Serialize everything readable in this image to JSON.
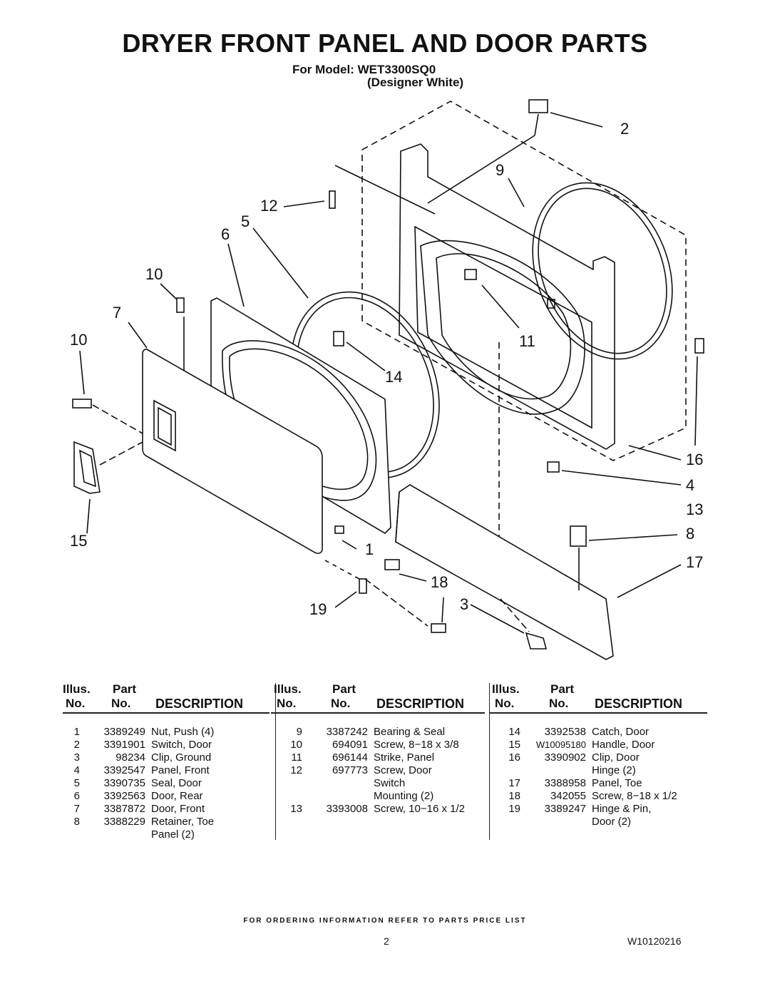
{
  "title": "DRYER FRONT PANEL AND DOOR PARTS",
  "model_line": "For Model: WET3300SQ0",
  "color_line": "(Designer White)",
  "callouts": [
    "2",
    "9",
    "12",
    "5",
    "6",
    "10",
    "7",
    "10",
    "11",
    "14",
    "16",
    "4",
    "13",
    "8",
    "15",
    "1",
    "17",
    "18",
    "19",
    "3"
  ],
  "headers": {
    "illus": "Illus.",
    "no": "No.",
    "part": "Part",
    "description": "DESCRIPTION"
  },
  "parts_col1": [
    {
      "illus": "1",
      "part": "3389249",
      "desc": "Nut, Push (4)"
    },
    {
      "illus": "2",
      "part": "3391901",
      "desc": "Switch, Door"
    },
    {
      "illus": "3",
      "part": "98234",
      "desc": "Clip, Ground"
    },
    {
      "illus": "4",
      "part": "3392547",
      "desc": "Panel, Front"
    },
    {
      "illus": "5",
      "part": "3390735",
      "desc": "Seal, Door"
    },
    {
      "illus": "6",
      "part": "3392563",
      "desc": "Door, Rear"
    },
    {
      "illus": "7",
      "part": "3387872",
      "desc": "Door, Front"
    },
    {
      "illus": "8",
      "part": "3388229",
      "desc": "Retainer, Toe"
    },
    {
      "illus": "",
      "part": "",
      "desc": "Panel (2)"
    }
  ],
  "parts_col2": [
    {
      "illus": "9",
      "part": "3387242",
      "desc": "Bearing & Seal"
    },
    {
      "illus": "10",
      "part": "694091",
      "desc": "Screw, 8−18 x 3/8"
    },
    {
      "illus": "11",
      "part": "696144",
      "desc": "Strike, Panel"
    },
    {
      "illus": "12",
      "part": "697773",
      "desc": "Screw, Door"
    },
    {
      "illus": "",
      "part": "",
      "desc": "Switch"
    },
    {
      "illus": "",
      "part": "",
      "desc": "Mounting (2)"
    },
    {
      "illus": "13",
      "part": "3393008",
      "desc": "Screw, 10−16 x 1/2"
    }
  ],
  "parts_col3": [
    {
      "illus": "14",
      "part": "3392538",
      "desc": "Catch, Door"
    },
    {
      "illus": "15",
      "part": "W10095180",
      "desc": "Handle, Door"
    },
    {
      "illus": "16",
      "part": "3390902",
      "desc": "Clip, Door"
    },
    {
      "illus": "",
      "part": "",
      "desc": "Hinge (2)"
    },
    {
      "illus": "17",
      "part": "3388958",
      "desc": "Panel, Toe"
    },
    {
      "illus": "18",
      "part": "342055",
      "desc": "Screw, 8−18 x 1/2"
    },
    {
      "illus": "19",
      "part": "3389247",
      "desc": "Hinge & Pin,"
    },
    {
      "illus": "",
      "part": "",
      "desc": "Door (2)"
    }
  ],
  "footer": "FOR ORDERING INFORMATION REFER TO PARTS PRICE LIST",
  "page_number": "2",
  "doc_number": "W10120216"
}
